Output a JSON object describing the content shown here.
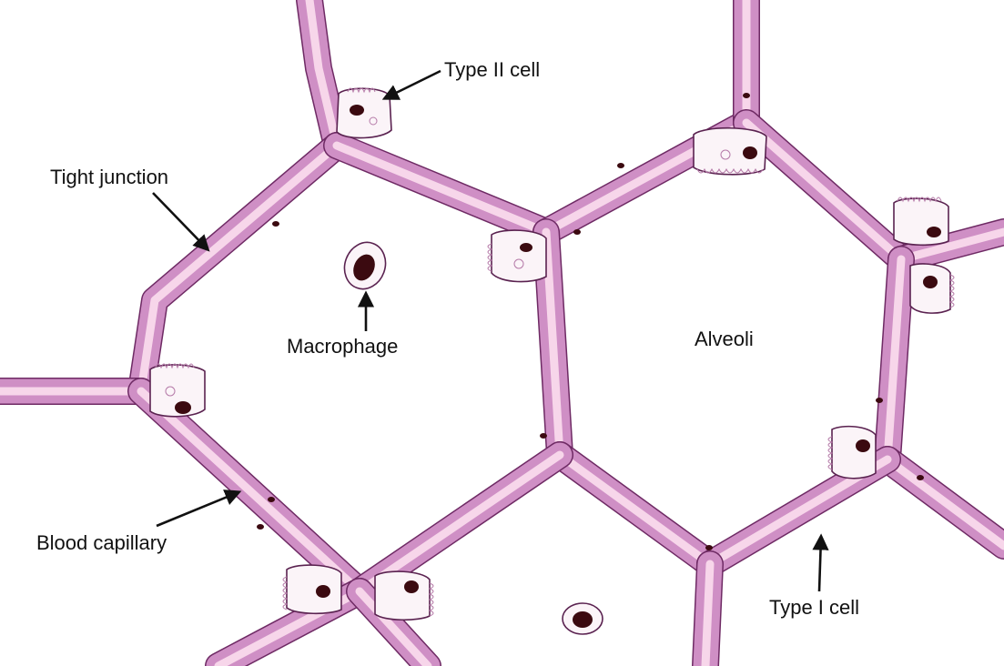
{
  "labels": {
    "type_ii_cell": "Type II cell",
    "tight_junction": "Tight junction",
    "macrophage": "Macrophage",
    "alveoli": "Alveoli",
    "blood_capillary": "Blood capillary",
    "type_i_cell": "Type I cell"
  },
  "colors": {
    "background": "#ffffff",
    "wall_pink": "#cf8fc5",
    "wall_border": "#6e2a64",
    "capillary_lumen": "#f7d6ea",
    "nucleus": "#3b0a10",
    "label_text": "#111111"
  }
}
